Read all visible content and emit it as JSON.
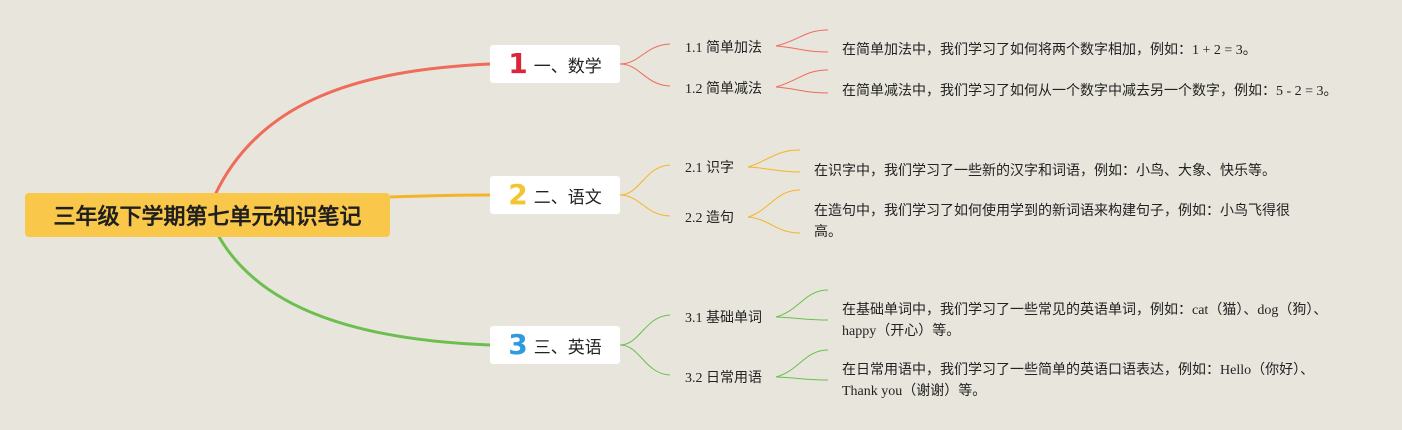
{
  "root": {
    "title": "三年级下学期第七单元知识笔记",
    "color": "#f9c74a"
  },
  "branches": [
    {
      "num": "1",
      "label": "一、数学",
      "color": "#ef6c5b",
      "num_color": "#d9263a",
      "topics": [
        {
          "label": "1.1 简单加法",
          "note": "在简单加法中，我们学习了如何将两个数字相加，例如：1 + 2 = 3。"
        },
        {
          "label": "1.2 简单减法",
          "note": "在简单减法中，我们学习了如何从一个数字中减去另一个数字，例如：5 - 2 = 3。"
        }
      ]
    },
    {
      "num": "2",
      "label": "二、语文",
      "color": "#f5b427",
      "num_color": "#f2c531",
      "topics": [
        {
          "label": "2.1 识字",
          "note": "在识字中，我们学习了一些新的汉字和词语，例如：小鸟、大象、快乐等。"
        },
        {
          "label": "2.2 造句",
          "note": "在造句中，我们学习了如何使用学到的新词语来构建句子，例如：小鸟飞得很高。"
        }
      ]
    },
    {
      "num": "3",
      "label": "三、英语",
      "color": "#6cbf4e",
      "num_color": "#2d9be0",
      "topics": [
        {
          "label": "3.1 基础单词",
          "note": "在基础单词中，我们学习了一些常见的英语单词，例如：cat（猫）、dog（狗）、happy（开心）等。"
        },
        {
          "label": "3.2 日常用语",
          "note": "在日常用语中，我们学习了一些简单的英语口语表达，例如：Hello（你好）、Thank you（谢谢）等。"
        }
      ]
    }
  ]
}
